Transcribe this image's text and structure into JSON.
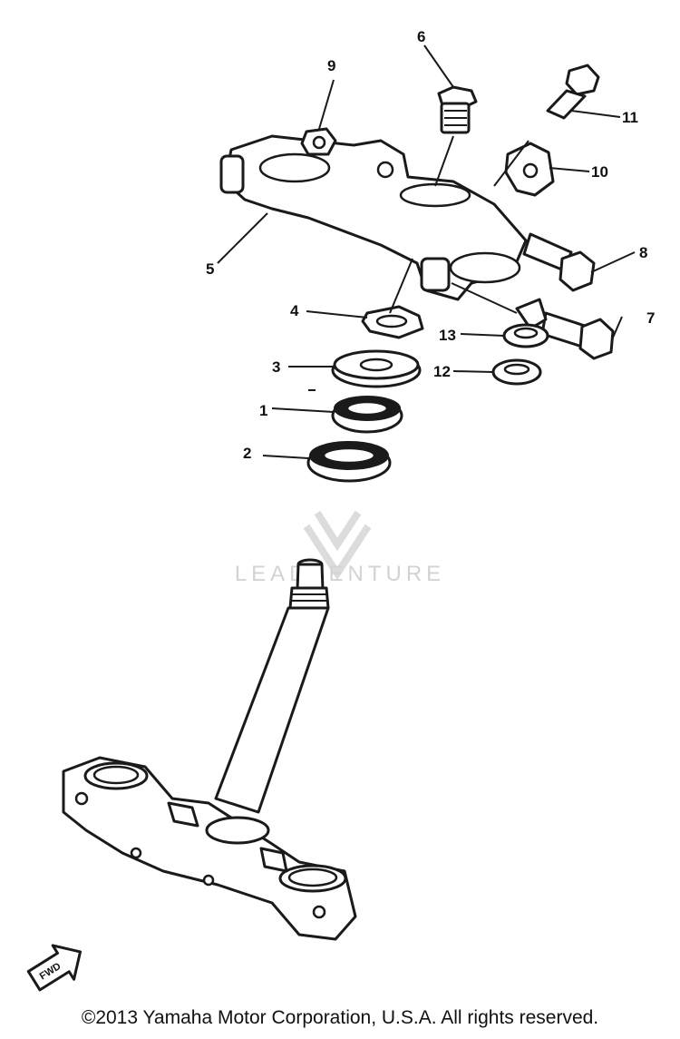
{
  "diagram": {
    "callouts": [
      "1",
      "2",
      "3",
      "4",
      "5",
      "6",
      "7",
      "8",
      "9",
      "10",
      "11",
      "12",
      "13"
    ]
  },
  "watermark": {
    "text": "LEADVENTURE"
  },
  "fwd_marker": {
    "label": "FWD"
  },
  "footer": {
    "copyright": "©2013 Yamaha Motor Corporation, U.S.A. All rights reserved."
  }
}
